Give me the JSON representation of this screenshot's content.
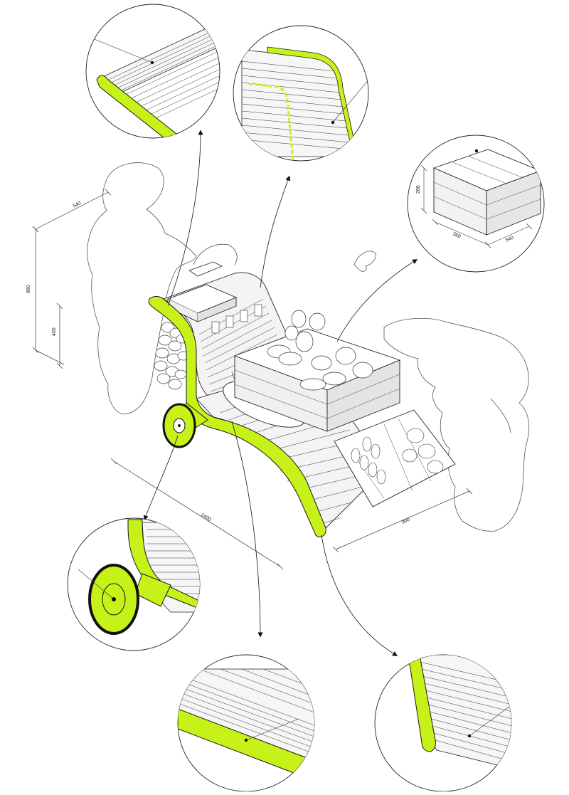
{
  "colors": {
    "accent": "#c6f21a",
    "ink": "#1a1a1a",
    "light_ink": "#6b6b6b",
    "background": "#ffffff"
  },
  "dimensions": {
    "person_width": "540",
    "person_height": "860",
    "step_height": "400",
    "cart_length": "1400",
    "tray_width": "900",
    "crate_height": "280",
    "crate_depth": "360",
    "crate_width": "540"
  },
  "detail_views": [
    {
      "name": "handle-rail-edge",
      "icon": "detail-circle"
    },
    {
      "name": "slatted-back-corner",
      "icon": "detail-circle"
    },
    {
      "name": "wooden-crate",
      "icon": "detail-circle"
    },
    {
      "name": "wheel-joint",
      "icon": "detail-circle"
    },
    {
      "name": "base-slat-edge",
      "icon": "detail-circle"
    },
    {
      "name": "front-leg-end",
      "icon": "detail-circle"
    }
  ]
}
